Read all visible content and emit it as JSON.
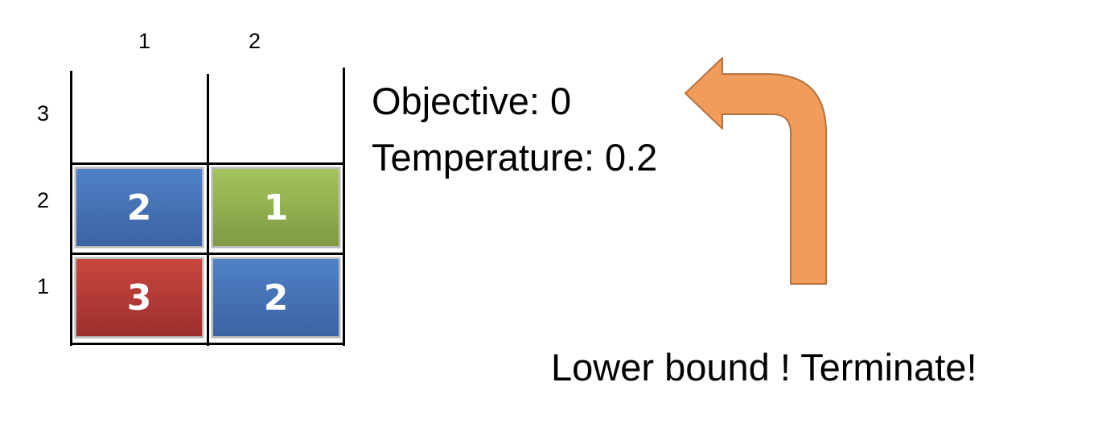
{
  "grid": {
    "columns": [
      "1",
      "2"
    ],
    "rows": [
      "3",
      "2",
      "1"
    ],
    "blocks": [
      {
        "row": "2",
        "col": "1",
        "label": "2",
        "color": "#4f81c7"
      },
      {
        "row": "2",
        "col": "2",
        "label": "1",
        "color": "#9bbb59"
      },
      {
        "row": "1",
        "col": "1",
        "label": "3",
        "color": "#c0504d"
      },
      {
        "row": "1",
        "col": "2",
        "label": "2",
        "color": "#4f81c7"
      }
    ]
  },
  "status": {
    "objective": "Objective: 0",
    "temperature": "Temperature: 0.2",
    "message": "Lower bound !  Terminate!"
  },
  "arrow": {
    "icon": "u-turn-arrow-icon",
    "color": "#f09c5a"
  }
}
